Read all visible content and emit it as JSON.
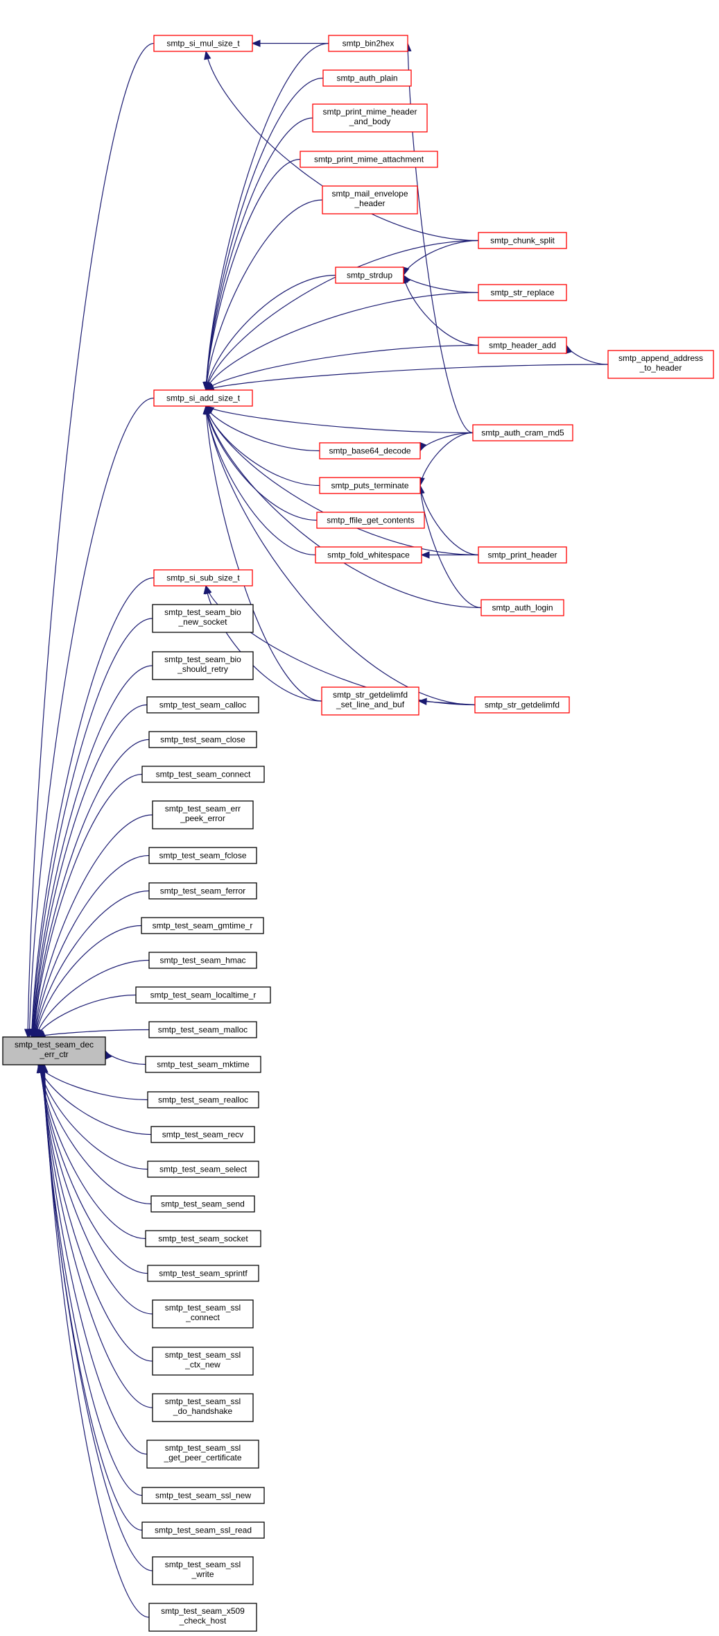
{
  "diagram": {
    "edge_color": "#191970",
    "nodes": [
      {
        "id": "dec_err_ctr",
        "lines": [
          "smtp_test_seam_dec",
          "_err_ctr"
        ],
        "border": "focus"
      },
      {
        "id": "si_mul",
        "lines": [
          "smtp_si_mul_size_t"
        ],
        "border": "red"
      },
      {
        "id": "bin2hex",
        "lines": [
          "smtp_bin2hex"
        ],
        "border": "red"
      },
      {
        "id": "auth_plain",
        "lines": [
          "smtp_auth_plain"
        ],
        "border": "red"
      },
      {
        "id": "print_mime_header",
        "lines": [
          "smtp_print_mime_header",
          "_and_body"
        ],
        "border": "red"
      },
      {
        "id": "print_mime_attach",
        "lines": [
          "smtp_print_mime_attachment"
        ],
        "border": "red"
      },
      {
        "id": "mail_envelope",
        "lines": [
          "smtp_mail_envelope",
          "_header"
        ],
        "border": "red"
      },
      {
        "id": "chunk_split",
        "lines": [
          "smtp_chunk_split"
        ],
        "border": "red"
      },
      {
        "id": "strdup",
        "lines": [
          "smtp_strdup"
        ],
        "border": "red"
      },
      {
        "id": "str_replace",
        "lines": [
          "smtp_str_replace"
        ],
        "border": "red"
      },
      {
        "id": "header_add",
        "lines": [
          "smtp_header_add"
        ],
        "border": "red"
      },
      {
        "id": "append_address",
        "lines": [
          "smtp_append_address",
          "_to_header"
        ],
        "border": "red"
      },
      {
        "id": "si_add",
        "lines": [
          "smtp_si_add_size_t"
        ],
        "border": "red"
      },
      {
        "id": "auth_cram",
        "lines": [
          "smtp_auth_cram_md5"
        ],
        "border": "red"
      },
      {
        "id": "base64",
        "lines": [
          "smtp_base64_decode"
        ],
        "border": "red"
      },
      {
        "id": "puts_term",
        "lines": [
          "smtp_puts_terminate"
        ],
        "border": "red"
      },
      {
        "id": "ffile",
        "lines": [
          "smtp_ffile_get_contents"
        ],
        "border": "red"
      },
      {
        "id": "fold_ws",
        "lines": [
          "smtp_fold_whitespace"
        ],
        "border": "red"
      },
      {
        "id": "print_header",
        "lines": [
          "smtp_print_header"
        ],
        "border": "red"
      },
      {
        "id": "auth_login",
        "lines": [
          "smtp_auth_login"
        ],
        "border": "red"
      },
      {
        "id": "si_sub",
        "lines": [
          "smtp_si_sub_size_t"
        ],
        "border": "red"
      },
      {
        "id": "getdelim_set",
        "lines": [
          "smtp_str_getdelimfd",
          "_set_line_and_buf"
        ],
        "border": "red"
      },
      {
        "id": "getdelimfd",
        "lines": [
          "smtp_str_getdelimfd"
        ],
        "border": "red"
      },
      {
        "id": "bio_new_socket",
        "lines": [
          "smtp_test_seam_bio",
          "_new_socket"
        ],
        "border": "black"
      },
      {
        "id": "bio_retry",
        "lines": [
          "smtp_test_seam_bio",
          "_should_retry"
        ],
        "border": "black"
      },
      {
        "id": "calloc",
        "lines": [
          "smtp_test_seam_calloc"
        ],
        "border": "black"
      },
      {
        "id": "close",
        "lines": [
          "smtp_test_seam_close"
        ],
        "border": "black"
      },
      {
        "id": "connect",
        "lines": [
          "smtp_test_seam_connect"
        ],
        "border": "black"
      },
      {
        "id": "err_peek",
        "lines": [
          "smtp_test_seam_err",
          "_peek_error"
        ],
        "border": "black"
      },
      {
        "id": "fclose",
        "lines": [
          "smtp_test_seam_fclose"
        ],
        "border": "black"
      },
      {
        "id": "ferror",
        "lines": [
          "smtp_test_seam_ferror"
        ],
        "border": "black"
      },
      {
        "id": "gmtime",
        "lines": [
          "smtp_test_seam_gmtime_r"
        ],
        "border": "black"
      },
      {
        "id": "hmac",
        "lines": [
          "smtp_test_seam_hmac"
        ],
        "border": "black"
      },
      {
        "id": "localtime",
        "lines": [
          "smtp_test_seam_localtime_r"
        ],
        "border": "black"
      },
      {
        "id": "malloc",
        "lines": [
          "smtp_test_seam_malloc"
        ],
        "border": "black"
      },
      {
        "id": "mktime",
        "lines": [
          "smtp_test_seam_mktime"
        ],
        "border": "black"
      },
      {
        "id": "realloc",
        "lines": [
          "smtp_test_seam_realloc"
        ],
        "border": "black"
      },
      {
        "id": "recv",
        "lines": [
          "smtp_test_seam_recv"
        ],
        "border": "black"
      },
      {
        "id": "select",
        "lines": [
          "smtp_test_seam_select"
        ],
        "border": "black"
      },
      {
        "id": "send",
        "lines": [
          "smtp_test_seam_send"
        ],
        "border": "black"
      },
      {
        "id": "socket",
        "lines": [
          "smtp_test_seam_socket"
        ],
        "border": "black"
      },
      {
        "id": "sprintf",
        "lines": [
          "smtp_test_seam_sprintf"
        ],
        "border": "black"
      },
      {
        "id": "ssl_connect",
        "lines": [
          "smtp_test_seam_ssl",
          "_connect"
        ],
        "border": "black"
      },
      {
        "id": "ssl_ctx_new",
        "lines": [
          "smtp_test_seam_ssl",
          "_ctx_new"
        ],
        "border": "black"
      },
      {
        "id": "ssl_handshake",
        "lines": [
          "smtp_test_seam_ssl",
          "_do_handshake"
        ],
        "border": "black"
      },
      {
        "id": "ssl_peer_cert",
        "lines": [
          "smtp_test_seam_ssl",
          "_get_peer_certificate"
        ],
        "border": "black"
      },
      {
        "id": "ssl_new",
        "lines": [
          "smtp_test_seam_ssl_new"
        ],
        "border": "black"
      },
      {
        "id": "ssl_read",
        "lines": [
          "smtp_test_seam_ssl_read"
        ],
        "border": "black"
      },
      {
        "id": "ssl_write",
        "lines": [
          "smtp_test_seam_ssl",
          "_write"
        ],
        "border": "black"
      },
      {
        "id": "x509",
        "lines": [
          "smtp_test_seam_x509",
          "_check_host"
        ],
        "border": "black"
      }
    ],
    "edges": [
      [
        "si_mul",
        "dec_err_ctr"
      ],
      [
        "si_add",
        "dec_err_ctr"
      ],
      [
        "si_sub",
        "dec_err_ctr"
      ],
      [
        "bio_new_socket",
        "dec_err_ctr"
      ],
      [
        "bio_retry",
        "dec_err_ctr"
      ],
      [
        "calloc",
        "dec_err_ctr"
      ],
      [
        "close",
        "dec_err_ctr"
      ],
      [
        "connect",
        "dec_err_ctr"
      ],
      [
        "err_peek",
        "dec_err_ctr"
      ],
      [
        "fclose",
        "dec_err_ctr"
      ],
      [
        "ferror",
        "dec_err_ctr"
      ],
      [
        "gmtime",
        "dec_err_ctr"
      ],
      [
        "hmac",
        "dec_err_ctr"
      ],
      [
        "localtime",
        "dec_err_ctr"
      ],
      [
        "malloc",
        "dec_err_ctr"
      ],
      [
        "mktime",
        "dec_err_ctr"
      ],
      [
        "realloc",
        "dec_err_ctr"
      ],
      [
        "recv",
        "dec_err_ctr"
      ],
      [
        "select",
        "dec_err_ctr"
      ],
      [
        "send",
        "dec_err_ctr"
      ],
      [
        "socket",
        "dec_err_ctr"
      ],
      [
        "sprintf",
        "dec_err_ctr"
      ],
      [
        "ssl_connect",
        "dec_err_ctr"
      ],
      [
        "ssl_ctx_new",
        "dec_err_ctr"
      ],
      [
        "ssl_handshake",
        "dec_err_ctr"
      ],
      [
        "ssl_peer_cert",
        "dec_err_ctr"
      ],
      [
        "ssl_new",
        "dec_err_ctr"
      ],
      [
        "ssl_read",
        "dec_err_ctr"
      ],
      [
        "ssl_write",
        "dec_err_ctr"
      ],
      [
        "x509",
        "dec_err_ctr"
      ],
      [
        "bin2hex",
        "si_mul"
      ],
      [
        "chunk_split",
        "si_mul"
      ],
      [
        "bin2hex",
        "si_add"
      ],
      [
        "auth_plain",
        "si_add"
      ],
      [
        "print_mime_header",
        "si_add"
      ],
      [
        "print_mime_attach",
        "si_add"
      ],
      [
        "mail_envelope",
        "si_add"
      ],
      [
        "chunk_split",
        "si_add"
      ],
      [
        "strdup",
        "si_add"
      ],
      [
        "str_replace",
        "si_add"
      ],
      [
        "header_add",
        "si_add"
      ],
      [
        "append_address",
        "si_add"
      ],
      [
        "auth_cram",
        "si_add"
      ],
      [
        "base64",
        "si_add"
      ],
      [
        "puts_term",
        "si_add"
      ],
      [
        "ffile",
        "si_add"
      ],
      [
        "fold_ws",
        "si_add"
      ],
      [
        "print_header",
        "si_add"
      ],
      [
        "auth_login",
        "si_add"
      ],
      [
        "getdelim_set",
        "si_add"
      ],
      [
        "getdelimfd",
        "si_add"
      ],
      [
        "auth_cram",
        "bin2hex"
      ],
      [
        "chunk_split",
        "strdup"
      ],
      [
        "str_replace",
        "strdup"
      ],
      [
        "header_add",
        "strdup"
      ],
      [
        "append_address",
        "header_add"
      ],
      [
        "auth_cram",
        "base64"
      ],
      [
        "auth_cram",
        "puts_term"
      ],
      [
        "print_header",
        "puts_term"
      ],
      [
        "auth_login",
        "puts_term"
      ],
      [
        "print_header",
        "fold_ws"
      ],
      [
        "getdelim_set",
        "si_sub"
      ],
      [
        "getdelimfd",
        "si_sub"
      ],
      [
        "getdelimfd",
        "getdelim_set"
      ]
    ]
  }
}
